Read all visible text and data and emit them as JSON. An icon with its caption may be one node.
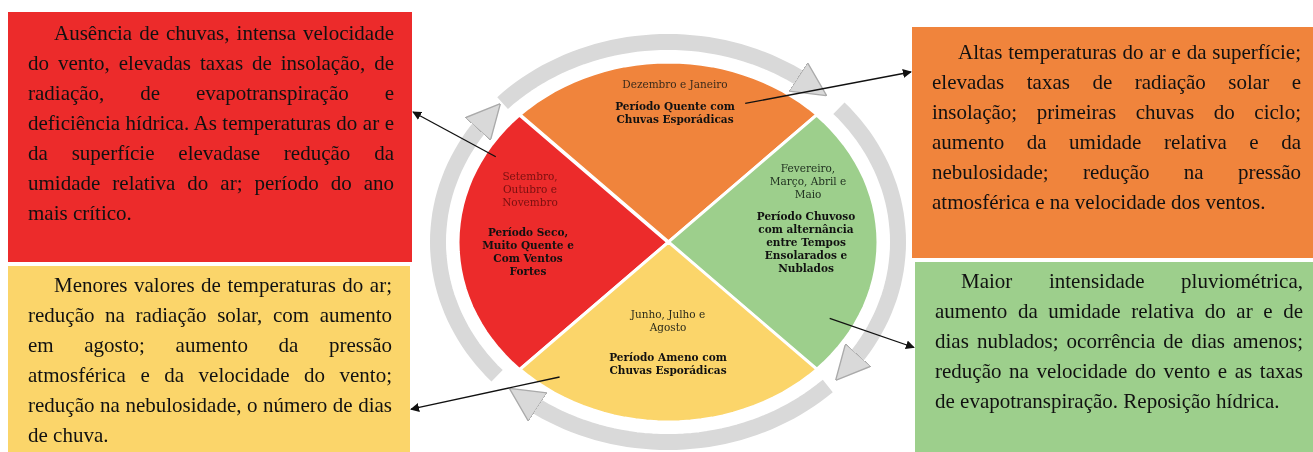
{
  "diagram": {
    "nodes": [
      {
        "text": [
          "Ausência de chuvas, intensa velocidade do vento, elevadas taxas de insolação, de radiação, de evapotranspiração e deficiência hídrica. As temperaturas do ar e da superfície elevadase redução da umidade relativa do ar; período do ano mais crítico."
        ]
      },
      {
        "text": [
          "Dezembro e Janeiro",
          "Período Quente com Chuvas Esporádicas"
        ]
      },
      {
        "text": [
          "Altas temperaturas do ar e da superfície; elevadas taxas de radiação solar e insolação; primeiras chuvas do ciclo; aumento da umidade relativa e da nebulosidade; redução na pressão atmosférica e na velocidade dos ventos."
        ]
      },
      {
        "text": [
          "Setembro, Outubro e Novembro",
          "Período Seco, Muito Quente e Com Ventos Fortes"
        ]
      },
      {
        "text": [
          "Fevereiro, Março, Abril e Maio",
          "Período Chuvoso com alternância entre Tempos Ensolarados e Nublados"
        ]
      },
      {
        "text": [
          "Menores valores de temperaturas do ar; redução na radiação solar, com aumento em agosto; aumento da pressão atmosférica e da velocidade do vento; redução na nebulosidade, o número de dias de chuva."
        ]
      },
      {
        "text": [
          "Junho, Julho e Agosto",
          "Período Ameno com Chuvas Esporádicas"
        ]
      },
      {
        "text": [
          "Maior intensidade pluviométrica, aumento da umidade relativa do ar e de dias nublados; ocorrência de dias amenos; redução na velocidade do vento e as taxas de evapotranspiração. Reposição hídrica."
        ]
      }
    ],
    "edges": [
      {
        "from": 3,
        "to": 0,
        "arrow": "to"
      },
      {
        "from": 1,
        "to": 2,
        "arrow": "to"
      },
      {
        "from": 4,
        "to": 7,
        "arrow": "to"
      },
      {
        "from": 6,
        "to": 5,
        "arrow": "to"
      }
    ]
  }
}
